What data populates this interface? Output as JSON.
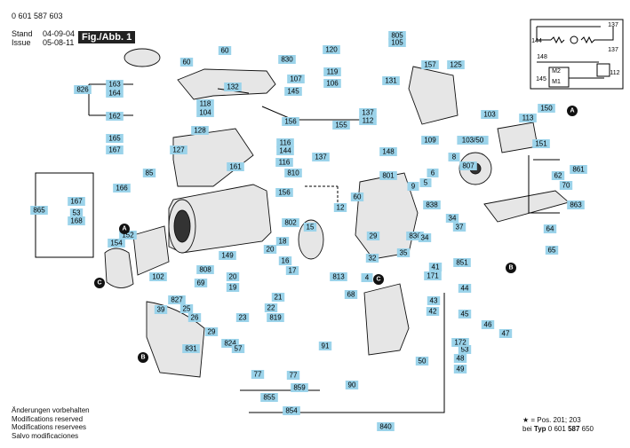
{
  "header": {
    "code": "0 601 587 603",
    "stand_label": "Stand",
    "stand_date": "04-09-04",
    "issue_label": "Issue",
    "issue_date": "05-08-11",
    "figure": "Fig./Abb. 1"
  },
  "footer_left": [
    "Änderungen vorbehalten",
    "Modifications reserved",
    "Modifications reservees",
    "Salvo modificaciones"
  ],
  "footer_right": {
    "note": "★ = Pos. 201; 203",
    "typ_prefix": "bei",
    "typ_label": "Typ",
    "typ_code_a": "0 601",
    "typ_code_b": "587",
    "typ_code_c": "650"
  },
  "schematic": {
    "labels": [
      "137",
      "144",
      "137",
      "148",
      "M2",
      "M1",
      "145",
      "112"
    ]
  },
  "circle_markers": [
    "A",
    "C",
    "A",
    "B",
    "B",
    "C",
    "A",
    "B"
  ],
  "part_labels": [
    "60",
    "60",
    "830",
    "826",
    "163",
    "164",
    "162",
    "165",
    "167",
    "85",
    "166",
    "865",
    "167",
    "53",
    "168",
    "152",
    "154",
    "102",
    "132",
    "107",
    "119",
    "106",
    "145",
    "118",
    "104",
    "128",
    "127",
    "161",
    "120",
    "805",
    "105",
    "157",
    "125",
    "131",
    "137",
    "112",
    "156",
    "116",
    "144",
    "155",
    "137",
    "116",
    "810",
    "156",
    "148",
    "109",
    "103",
    "103/50",
    "113",
    "150",
    "151",
    "807",
    "8",
    "6",
    "5",
    "9",
    "801",
    "838",
    "836",
    "60",
    "12",
    "29",
    "34",
    "37",
    "34",
    "32",
    "35",
    "62",
    "70",
    "861",
    "863",
    "64",
    "65",
    "802",
    "15",
    "20",
    "18",
    "16",
    "17",
    "813",
    "149",
    "808",
    "20",
    "19",
    "21",
    "22",
    "819",
    "23",
    "824",
    "827",
    "69",
    "25",
    "26",
    "39",
    "29",
    "831",
    "57",
    "77",
    "855",
    "77",
    "859",
    "854",
    "840",
    "91",
    "90",
    "68",
    "4",
    "41",
    "171",
    "43",
    "42",
    "44",
    "45",
    "46",
    "47",
    "53",
    "172",
    "48",
    "49",
    "50",
    "851",
    "53"
  ]
}
